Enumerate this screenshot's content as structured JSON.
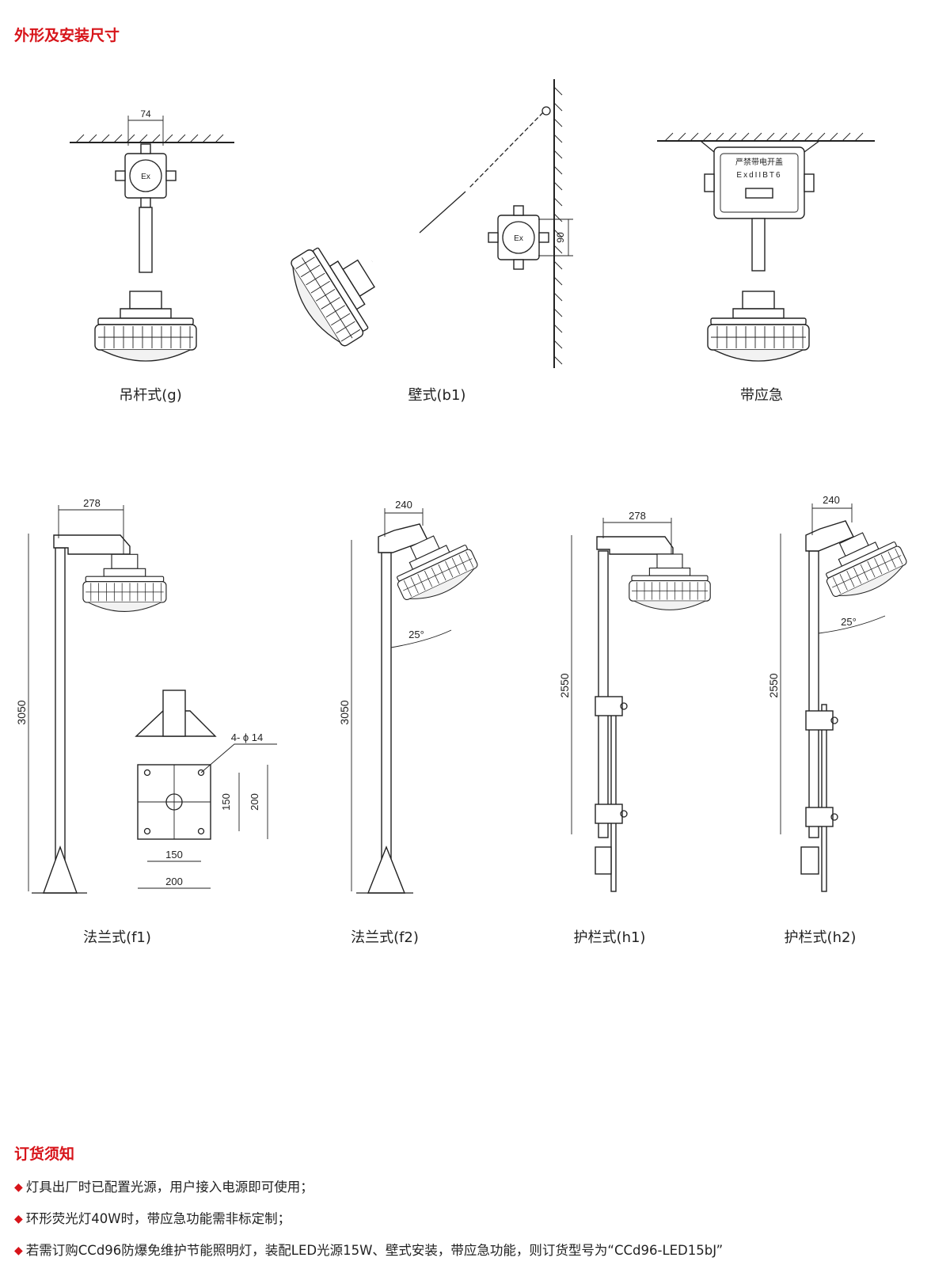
{
  "sections": {
    "dimensions_title": "外形及安装尺寸",
    "order_title": "订货须知"
  },
  "captions": {
    "g": "吊杆式(g)",
    "b1": "壁式(b1)",
    "emergency": "带应急",
    "f1": "法兰式(f1)",
    "f2": "法兰式(f2)",
    "h1": "护栏式(h1)",
    "h2": "护栏式(h2)"
  },
  "dimensions": {
    "g_width": "74",
    "b1_height": "90",
    "f1_arm": "278",
    "f1_height": "3050",
    "holes": "4- ϕ 14",
    "plate_inner_v": "150",
    "plate_outer_v": "200",
    "plate_inner_h": "150",
    "plate_outer_h": "200",
    "f2_arm": "240",
    "f2_angle": "25°",
    "f2_height": "3050",
    "h1_arm": "278",
    "h1_height": "2550",
    "h2_arm": "240",
    "h2_angle": "25°",
    "h2_height": "2550"
  },
  "labels": {
    "ex": "Ex",
    "box_line1": "严禁带电开盖",
    "box_line2": "ExdIIBT6"
  },
  "notes": [
    "灯具出厂时已配置光源，用户接入电源即可使用；",
    "环形荧光灯40W时，带应急功能需非标定制；",
    "若需订购CCd96防爆免维护节能照明灯，装配LED光源15W、壁式安装，带应急功能，则订货型号为“CCd96-LED15bJ”"
  ],
  "colors": {
    "accent": "#d7141a",
    "line": "#222222"
  },
  "icons": {
    "bullet": "diamond-bullet-icon"
  }
}
